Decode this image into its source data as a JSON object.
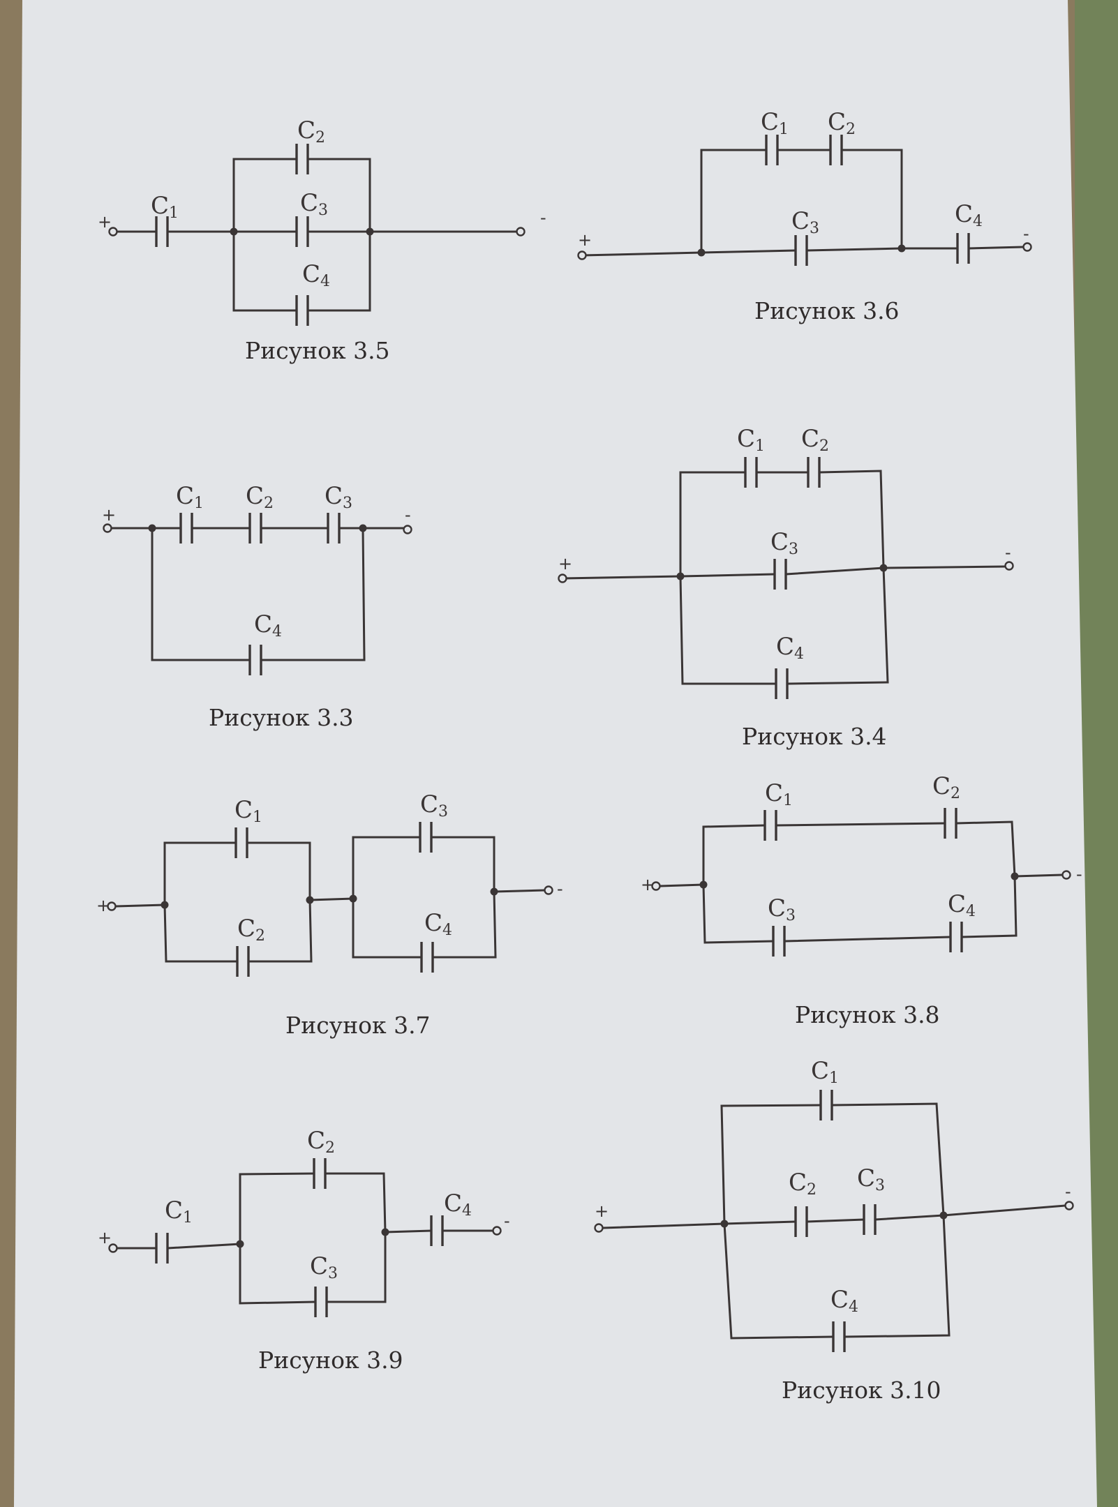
{
  "terminal_signs": {
    "plus": "+",
    "minus": "-"
  },
  "colors": {
    "ink": "#3a3535",
    "paper": "#e3e5e8",
    "desk": "#8a7a5e"
  },
  "figures": [
    {
      "id": "3.5",
      "caption": "Рисунок 3.5",
      "capacitors": [
        {
          "name": "C",
          "index": "1"
        },
        {
          "name": "C",
          "index": "2"
        },
        {
          "name": "C",
          "index": "3"
        },
        {
          "name": "C",
          "index": "4"
        }
      ]
    },
    {
      "id": "3.6",
      "caption": "Рисунок 3.6",
      "capacitors": [
        {
          "name": "C",
          "index": "1"
        },
        {
          "name": "C",
          "index": "2"
        },
        {
          "name": "C",
          "index": "3"
        },
        {
          "name": "C",
          "index": "4"
        }
      ]
    },
    {
      "id": "3.3",
      "caption": "Рисунок 3.3",
      "capacitors": [
        {
          "name": "C",
          "index": "1"
        },
        {
          "name": "C",
          "index": "2"
        },
        {
          "name": "C",
          "index": "3"
        },
        {
          "name": "C",
          "index": "4"
        }
      ]
    },
    {
      "id": "3.4",
      "caption": "Рисунок 3.4",
      "capacitors": [
        {
          "name": "C",
          "index": "1"
        },
        {
          "name": "C",
          "index": "2"
        },
        {
          "name": "C",
          "index": "3"
        },
        {
          "name": "C",
          "index": "4"
        }
      ]
    },
    {
      "id": "3.7",
      "caption": "Рисунок 3.7",
      "capacitors": [
        {
          "name": "C",
          "index": "1"
        },
        {
          "name": "C",
          "index": "2"
        },
        {
          "name": "C",
          "index": "3"
        },
        {
          "name": "C",
          "index": "4"
        }
      ]
    },
    {
      "id": "3.8",
      "caption": "Рисунок 3.8",
      "capacitors": [
        {
          "name": "C",
          "index": "1"
        },
        {
          "name": "C",
          "index": "2"
        },
        {
          "name": "C",
          "index": "3"
        },
        {
          "name": "C",
          "index": "4"
        }
      ]
    },
    {
      "id": "3.9",
      "caption": "Рисунок 3.9",
      "capacitors": [
        {
          "name": "C",
          "index": "1"
        },
        {
          "name": "C",
          "index": "2"
        },
        {
          "name": "C",
          "index": "3"
        },
        {
          "name": "C",
          "index": "4"
        }
      ]
    },
    {
      "id": "3.10",
      "caption": "Рисунок 3.10",
      "capacitors": [
        {
          "name": "C",
          "index": "1"
        },
        {
          "name": "C",
          "index": "2"
        },
        {
          "name": "C",
          "index": "3"
        },
        {
          "name": "C",
          "index": "4"
        }
      ]
    }
  ]
}
